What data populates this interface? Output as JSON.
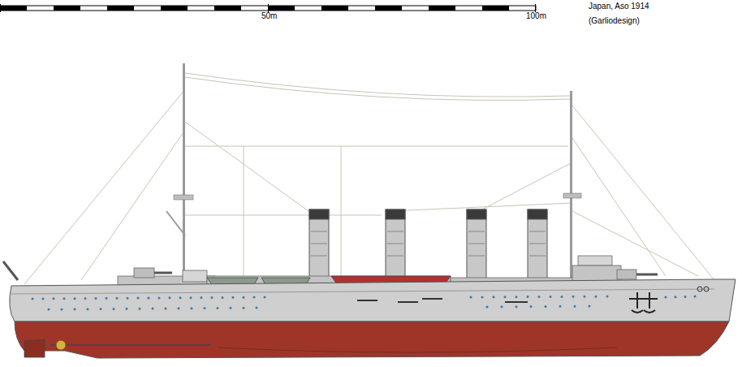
{
  "diagram": {
    "labels": [
      "50m",
      "100m",
      "Japan, Aso 1914",
      "(Garliodesign)"
    ]
  }
}
